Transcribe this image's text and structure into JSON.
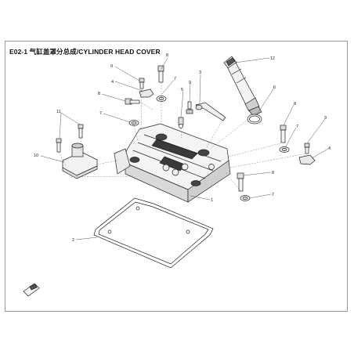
{
  "diagram": {
    "title": "E02-1  气缸盖罩分总成/CYLINDER HEAD COVER",
    "callouts": [
      {
        "id": "12",
        "label": "12"
      },
      {
        "id": "8a",
        "label": "8"
      },
      {
        "id": "9a",
        "label": "9"
      },
      {
        "id": "4a",
        "label": "4"
      },
      {
        "id": "7a",
        "label": "7"
      },
      {
        "id": "3",
        "label": "3"
      },
      {
        "id": "8b",
        "label": "8"
      },
      {
        "id": "5",
        "label": "5"
      },
      {
        "id": "9b",
        "label": "9"
      },
      {
        "id": "6",
        "label": "6"
      },
      {
        "id": "7b",
        "label": "7"
      },
      {
        "id": "11",
        "label": "11"
      },
      {
        "id": "8c",
        "label": "8"
      },
      {
        "id": "7c",
        "label": "7"
      },
      {
        "id": "9c",
        "label": "9"
      },
      {
        "id": "4b",
        "label": "4"
      },
      {
        "id": "10",
        "label": "10"
      },
      {
        "id": "8d",
        "label": "8"
      },
      {
        "id": "1",
        "label": "1"
      },
      {
        "id": "7d",
        "label": "7"
      },
      {
        "id": "2",
        "label": "2"
      }
    ],
    "colors": {
      "frame": "#9a9a9a",
      "line": "#222222",
      "fill_light": "#f2f2f2",
      "fill_mid": "#d6d6d6",
      "fill_dark": "#3a3a3a"
    }
  }
}
